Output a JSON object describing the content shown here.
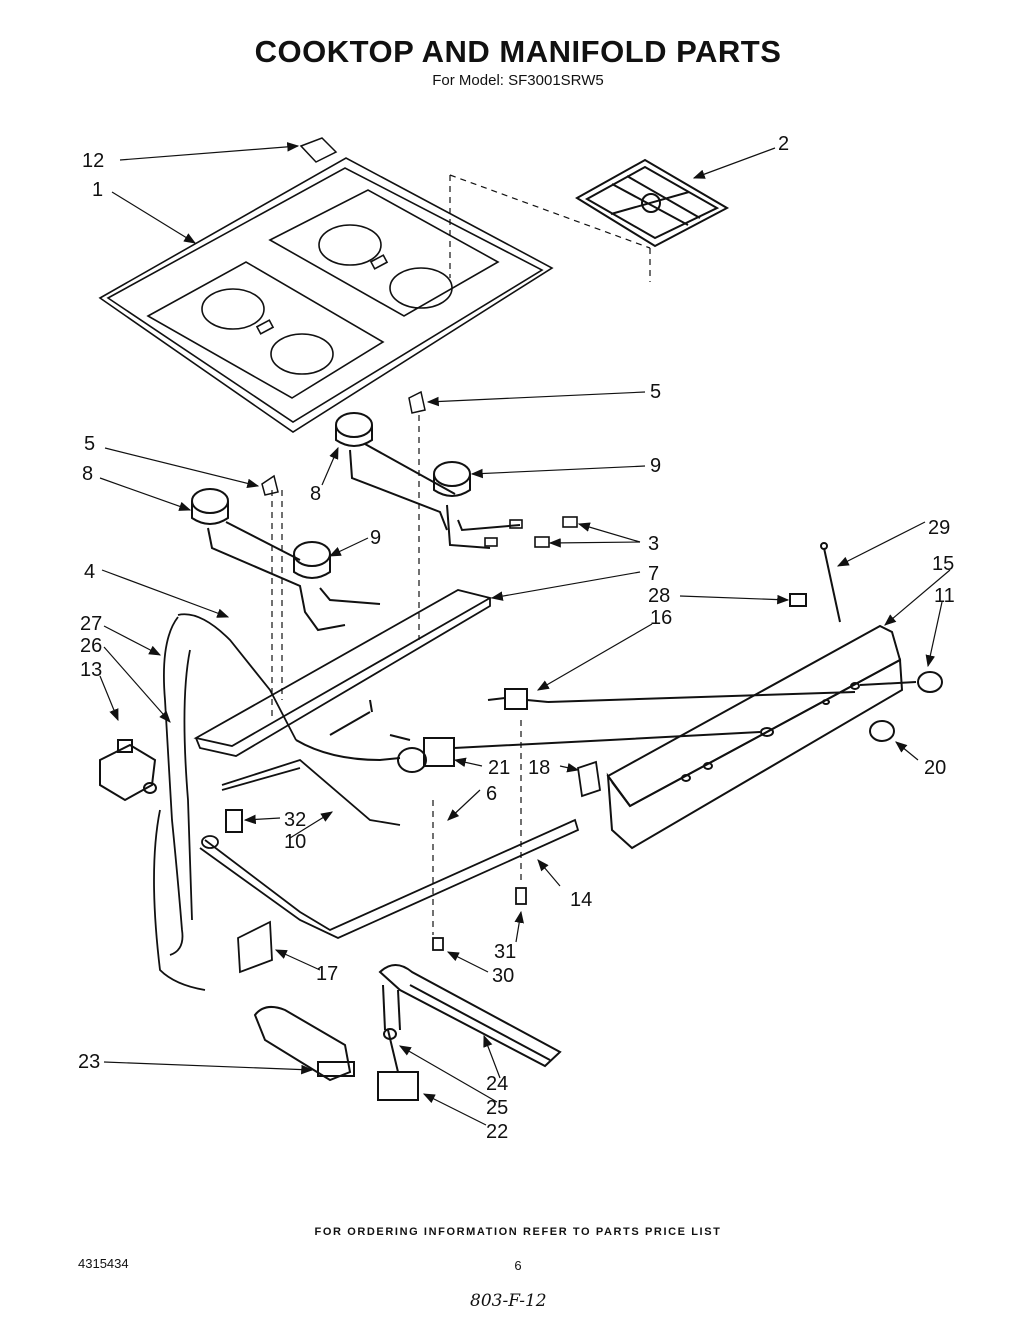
{
  "header": {
    "title": "COOKTOP AND MANIFOLD PARTS",
    "subtitle": "For Model: SF3001SRW5"
  },
  "callouts": [
    "12",
    "1",
    "2",
    "5",
    "5",
    "8",
    "8",
    "9",
    "9",
    "3",
    "4",
    "7",
    "29",
    "15",
    "28",
    "11",
    "16",
    "27",
    "26",
    "13",
    "21",
    "18",
    "20",
    "6",
    "32",
    "10",
    "14",
    "31",
    "17",
    "30",
    "23",
    "24",
    "25",
    "22"
  ],
  "footer": {
    "ordering_note": "FOR ORDERING INFORMATION REFER TO PARTS PRICE LIST",
    "doc_number": "4315434",
    "page_number": "6",
    "handwritten_note": "803-F-12"
  }
}
